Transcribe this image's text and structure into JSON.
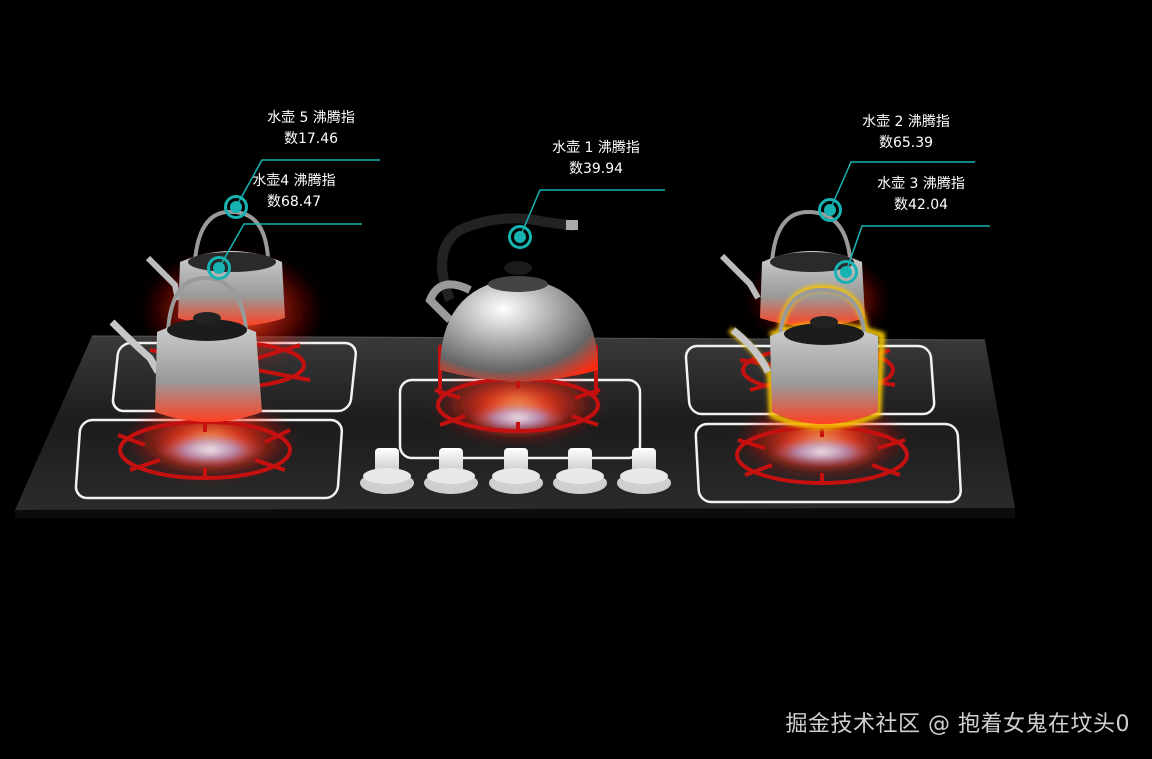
{
  "kettles": [
    {
      "name": "水壶 5 沸腾指",
      "index": "数17.46"
    },
    {
      "name": "水壶4 沸腾指",
      "index": "数68.47"
    },
    {
      "name": "水壶 1 沸腾指",
      "index": "数39.94"
    },
    {
      "name": "水壶 2 沸腾指",
      "index": "数65.39"
    },
    {
      "name": "水壶 3 沸腾指",
      "index": "数42.04"
    }
  ],
  "selected_kettle": "水壶 3 沸腾指",
  "watermark": "掘金技术社区 @ 抱着女鬼在坟头0",
  "colors": {
    "marker": "#17b3b3",
    "flame": "#ff3a1a",
    "grate": "#c51010",
    "highlight": "#f5c400",
    "cooktop": "#1a1a1a"
  }
}
